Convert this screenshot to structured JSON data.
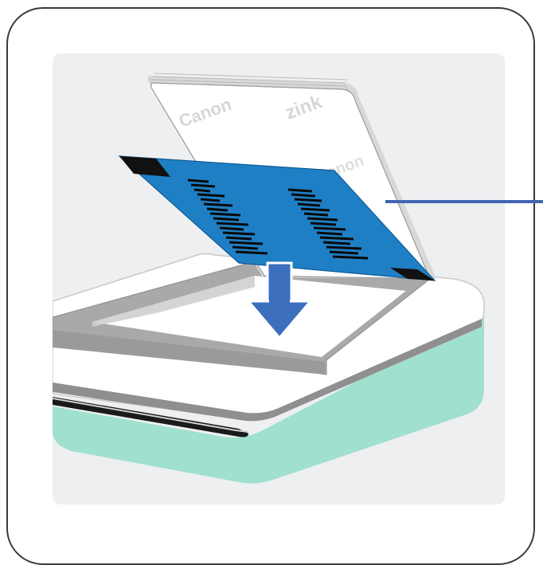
{
  "illustration": {
    "paper_brand_text": "Canon",
    "paper_logo_text": "zink",
    "colors": {
      "frame_border": "#3a3a3a",
      "panel_background": "#eeeff0",
      "blue_sheet": "#1f7fc4",
      "arrow": "#3d6fbf",
      "callout_line": "#4166b3",
      "printer_body": "#9fe0cf",
      "printer_top": "#ffffff"
    },
    "icons": {
      "arrow": "down-arrow-icon",
      "callout": "callout-line"
    }
  }
}
